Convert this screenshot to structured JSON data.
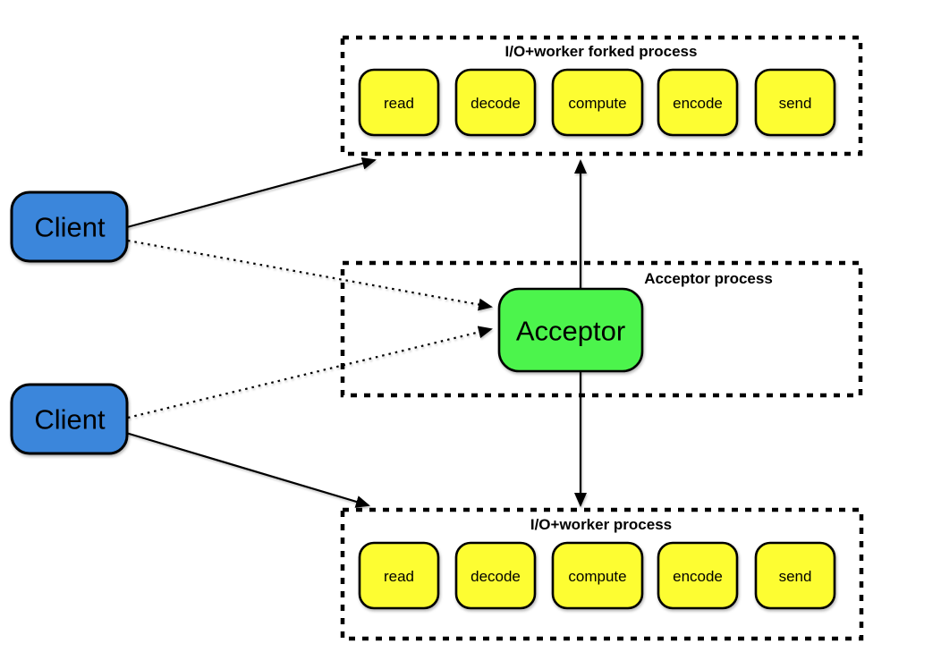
{
  "colors": {
    "client_fill": "#3b86db",
    "acceptor_fill": "#4cf44c",
    "step_fill": "#fdfd32",
    "outline": "#000000",
    "background": "#ffffff"
  },
  "clients": [
    {
      "label": "Client"
    },
    {
      "label": "Client"
    }
  ],
  "acceptor": {
    "label": "Acceptor"
  },
  "containers": [
    {
      "title": "I/O+worker forked process",
      "steps": [
        "read",
        "decode",
        "compute",
        "encode",
        "send"
      ]
    },
    {
      "title": "Acceptor process",
      "steps": []
    },
    {
      "title": "I/O+worker process",
      "steps": [
        "read",
        "decode",
        "compute",
        "encode",
        "send"
      ]
    }
  ],
  "edges": [
    {
      "from": "client-1",
      "to": "forked-worker-container",
      "style": "solid"
    },
    {
      "from": "client-1",
      "to": "acceptor",
      "style": "dotted"
    },
    {
      "from": "client-2",
      "to": "acceptor",
      "style": "dotted"
    },
    {
      "from": "client-2",
      "to": "worker-container",
      "style": "solid"
    },
    {
      "from": "acceptor",
      "to": "forked-worker-container",
      "style": "solid"
    },
    {
      "from": "acceptor",
      "to": "worker-container",
      "style": "solid"
    }
  ]
}
